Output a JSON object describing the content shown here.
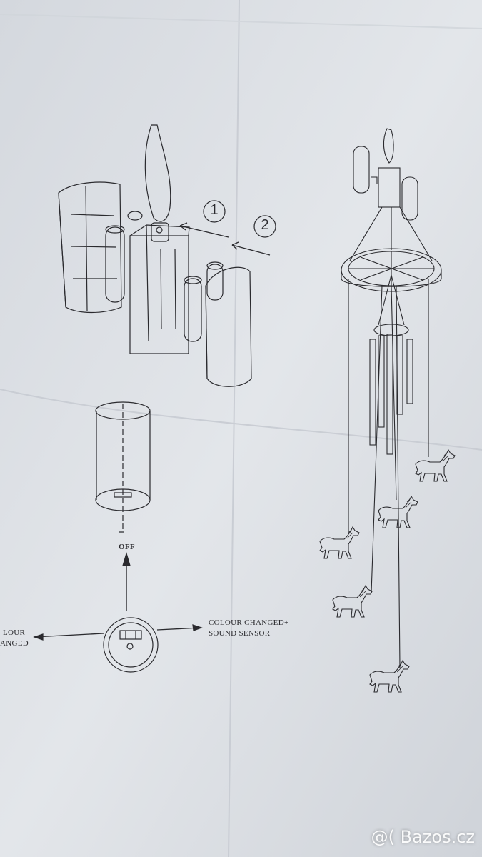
{
  "labels": {
    "step1": "1",
    "step2": "2",
    "off": "OFF",
    "left_line1": "LOUR",
    "left_line2": "ANGED",
    "right_line1": "COLOUR CHANGED+",
    "right_line2": "SOUND SENSOR"
  },
  "watermark": "@( Bazos.cz",
  "colors": {
    "paper": "#d9dde3",
    "ink": "#2a2a2e"
  }
}
